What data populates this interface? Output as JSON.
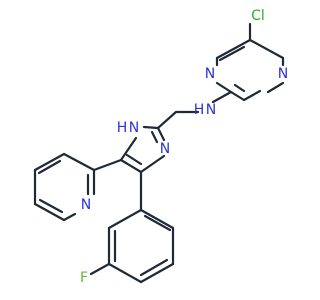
{
  "molecule": {
    "colors": {
      "bond": "#1f2a36",
      "nitrogen": "#2d33d6",
      "chlorine": "#27b024",
      "fluorine": "#66b839"
    },
    "labels": {
      "cl": "Cl",
      "pyrimidine_n_upper": "N",
      "pyrimidine_n_lower": "N",
      "amine_nh": "N",
      "amine_h": "H",
      "imidazole_nh": "H",
      "imidazole_n_nh": "N",
      "imidazole_n": "N",
      "pyridine_n": "N",
      "fluorine": "F"
    }
  }
}
